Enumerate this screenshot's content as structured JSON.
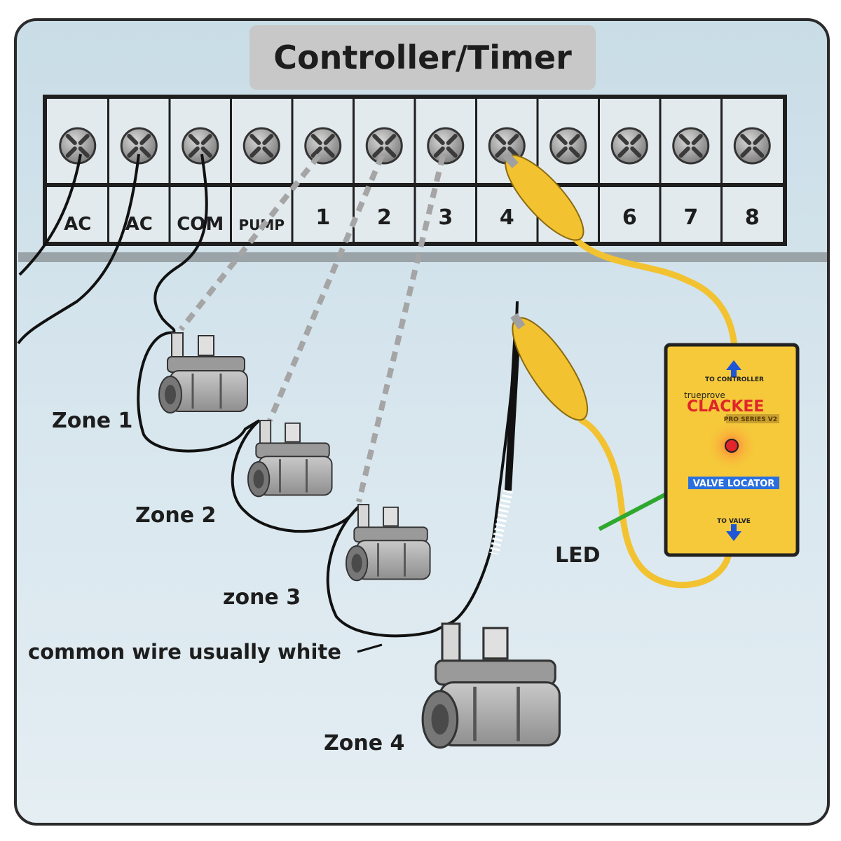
{
  "header": {
    "title": "Controller/Timer"
  },
  "terminals": [
    {
      "label": "AC"
    },
    {
      "label": "AC"
    },
    {
      "label": "COM"
    },
    {
      "label": "PUMP"
    },
    {
      "label": "1"
    },
    {
      "label": "2"
    },
    {
      "label": "3"
    },
    {
      "label": "4"
    },
    {
      "label": ""
    },
    {
      "label": "6"
    },
    {
      "label": "7"
    },
    {
      "label": "8"
    }
  ],
  "zones": [
    {
      "label": "Zone 1"
    },
    {
      "label": "Zone 2"
    },
    {
      "label": "zone 3"
    },
    {
      "label": "Zone 4"
    }
  ],
  "common_wire": {
    "label": "common wire usually white"
  },
  "led": {
    "label": "LED"
  },
  "device": {
    "to_controller": "TO CONTROLLER",
    "brand": "trueprove",
    "name": "CLACKEE",
    "series": "PRO SERIES V2",
    "function": "VALVE LOCATOR",
    "to_valve": "TO VALVE"
  },
  "colors": {
    "panel": "#cfe1ea",
    "terminal_strip": "#dfe9ee",
    "title_box": "#c8c8c8",
    "clip": "#f2c230",
    "device_body": "#f5c93a",
    "device_name": "#e0262a",
    "led": "#e0262a",
    "led_pointer": "#2fa830",
    "arrow": "#1f56d6",
    "valve_locator_box": "#2a6fe0"
  }
}
